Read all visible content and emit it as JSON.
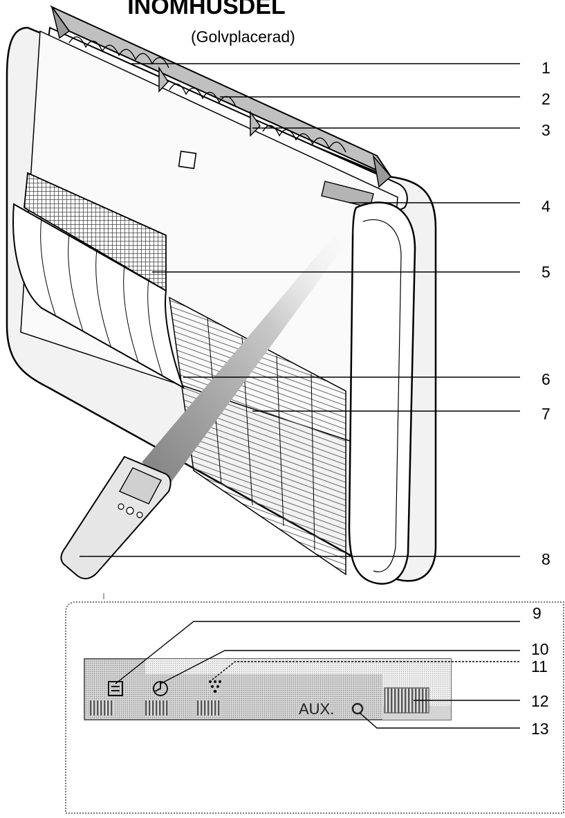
{
  "title": "INOMHUSDEL",
  "subtitle": "(Golvplacerad)",
  "callouts": [
    "1",
    "2",
    "3",
    "4",
    "5",
    "6",
    "7",
    "8",
    "9",
    "10",
    "11",
    "12",
    "13"
  ],
  "display": {
    "aux_label": "AUX.",
    "icons": [
      "filter-sign-icon",
      "timer-icon",
      "defrost-icon",
      "aux-signal-icon"
    ]
  }
}
